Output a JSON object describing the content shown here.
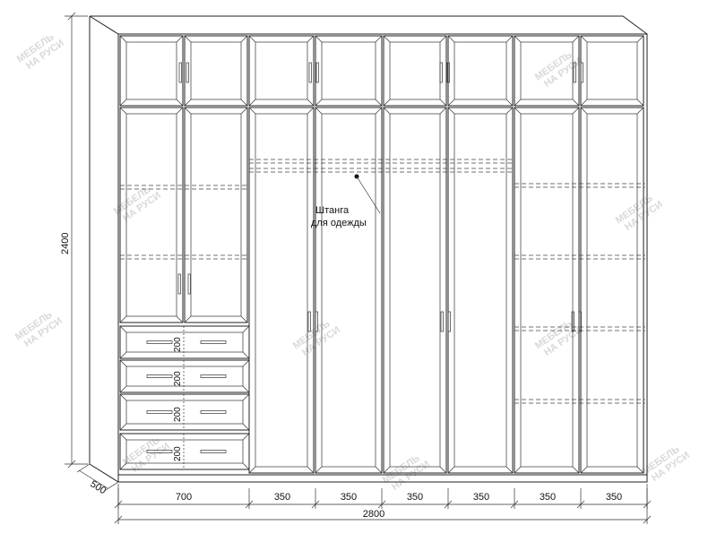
{
  "dimensions": {
    "height": "2400",
    "depth": "500",
    "total_width": "2800",
    "sections": [
      "700",
      "350",
      "350",
      "350",
      "350",
      "350",
      "350"
    ],
    "drawer_height": "200"
  },
  "annotation": {
    "line1": "Штанга",
    "line2": "для одежды"
  },
  "watermark": {
    "line1": "МЕБЕЛЬ",
    "line2": "НА РУСИ"
  },
  "colors": {
    "line": "#222222",
    "watermark": "#d9d9d9"
  }
}
